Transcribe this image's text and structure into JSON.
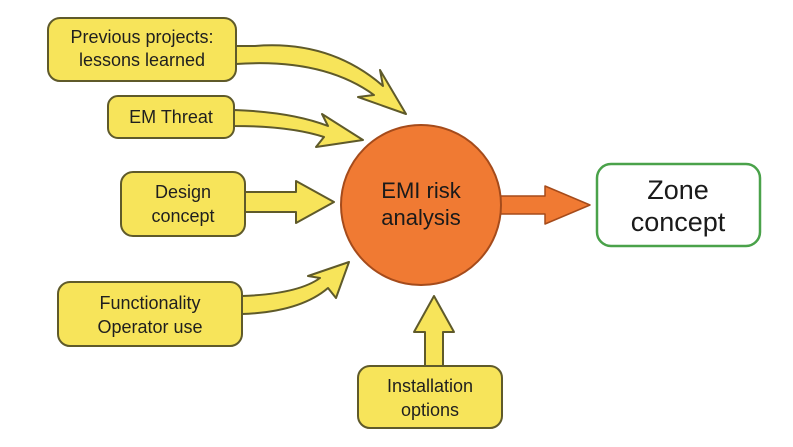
{
  "colors": {
    "input_fill": "#f7e45a",
    "input_stroke": "#5f5a2a",
    "center_fill": "#f07a33",
    "center_stroke": "#a54b1b",
    "output_stroke": "#4aa24a",
    "output_fill": "#ffffff"
  },
  "inputs": [
    {
      "id": "previous-projects",
      "lines": [
        "Previous projects:",
        "lessons learned"
      ]
    },
    {
      "id": "em-threat",
      "lines": [
        "EM Threat"
      ]
    },
    {
      "id": "design-concept",
      "lines": [
        "Design",
        "concept"
      ]
    },
    {
      "id": "functionality",
      "lines": [
        "Functionality",
        "Operator use"
      ]
    },
    {
      "id": "installation",
      "lines": [
        "Installation",
        "options"
      ]
    }
  ],
  "center": {
    "lines": [
      "EMI risk",
      "analysis"
    ]
  },
  "output": {
    "lines": [
      "Zone",
      "concept"
    ]
  }
}
